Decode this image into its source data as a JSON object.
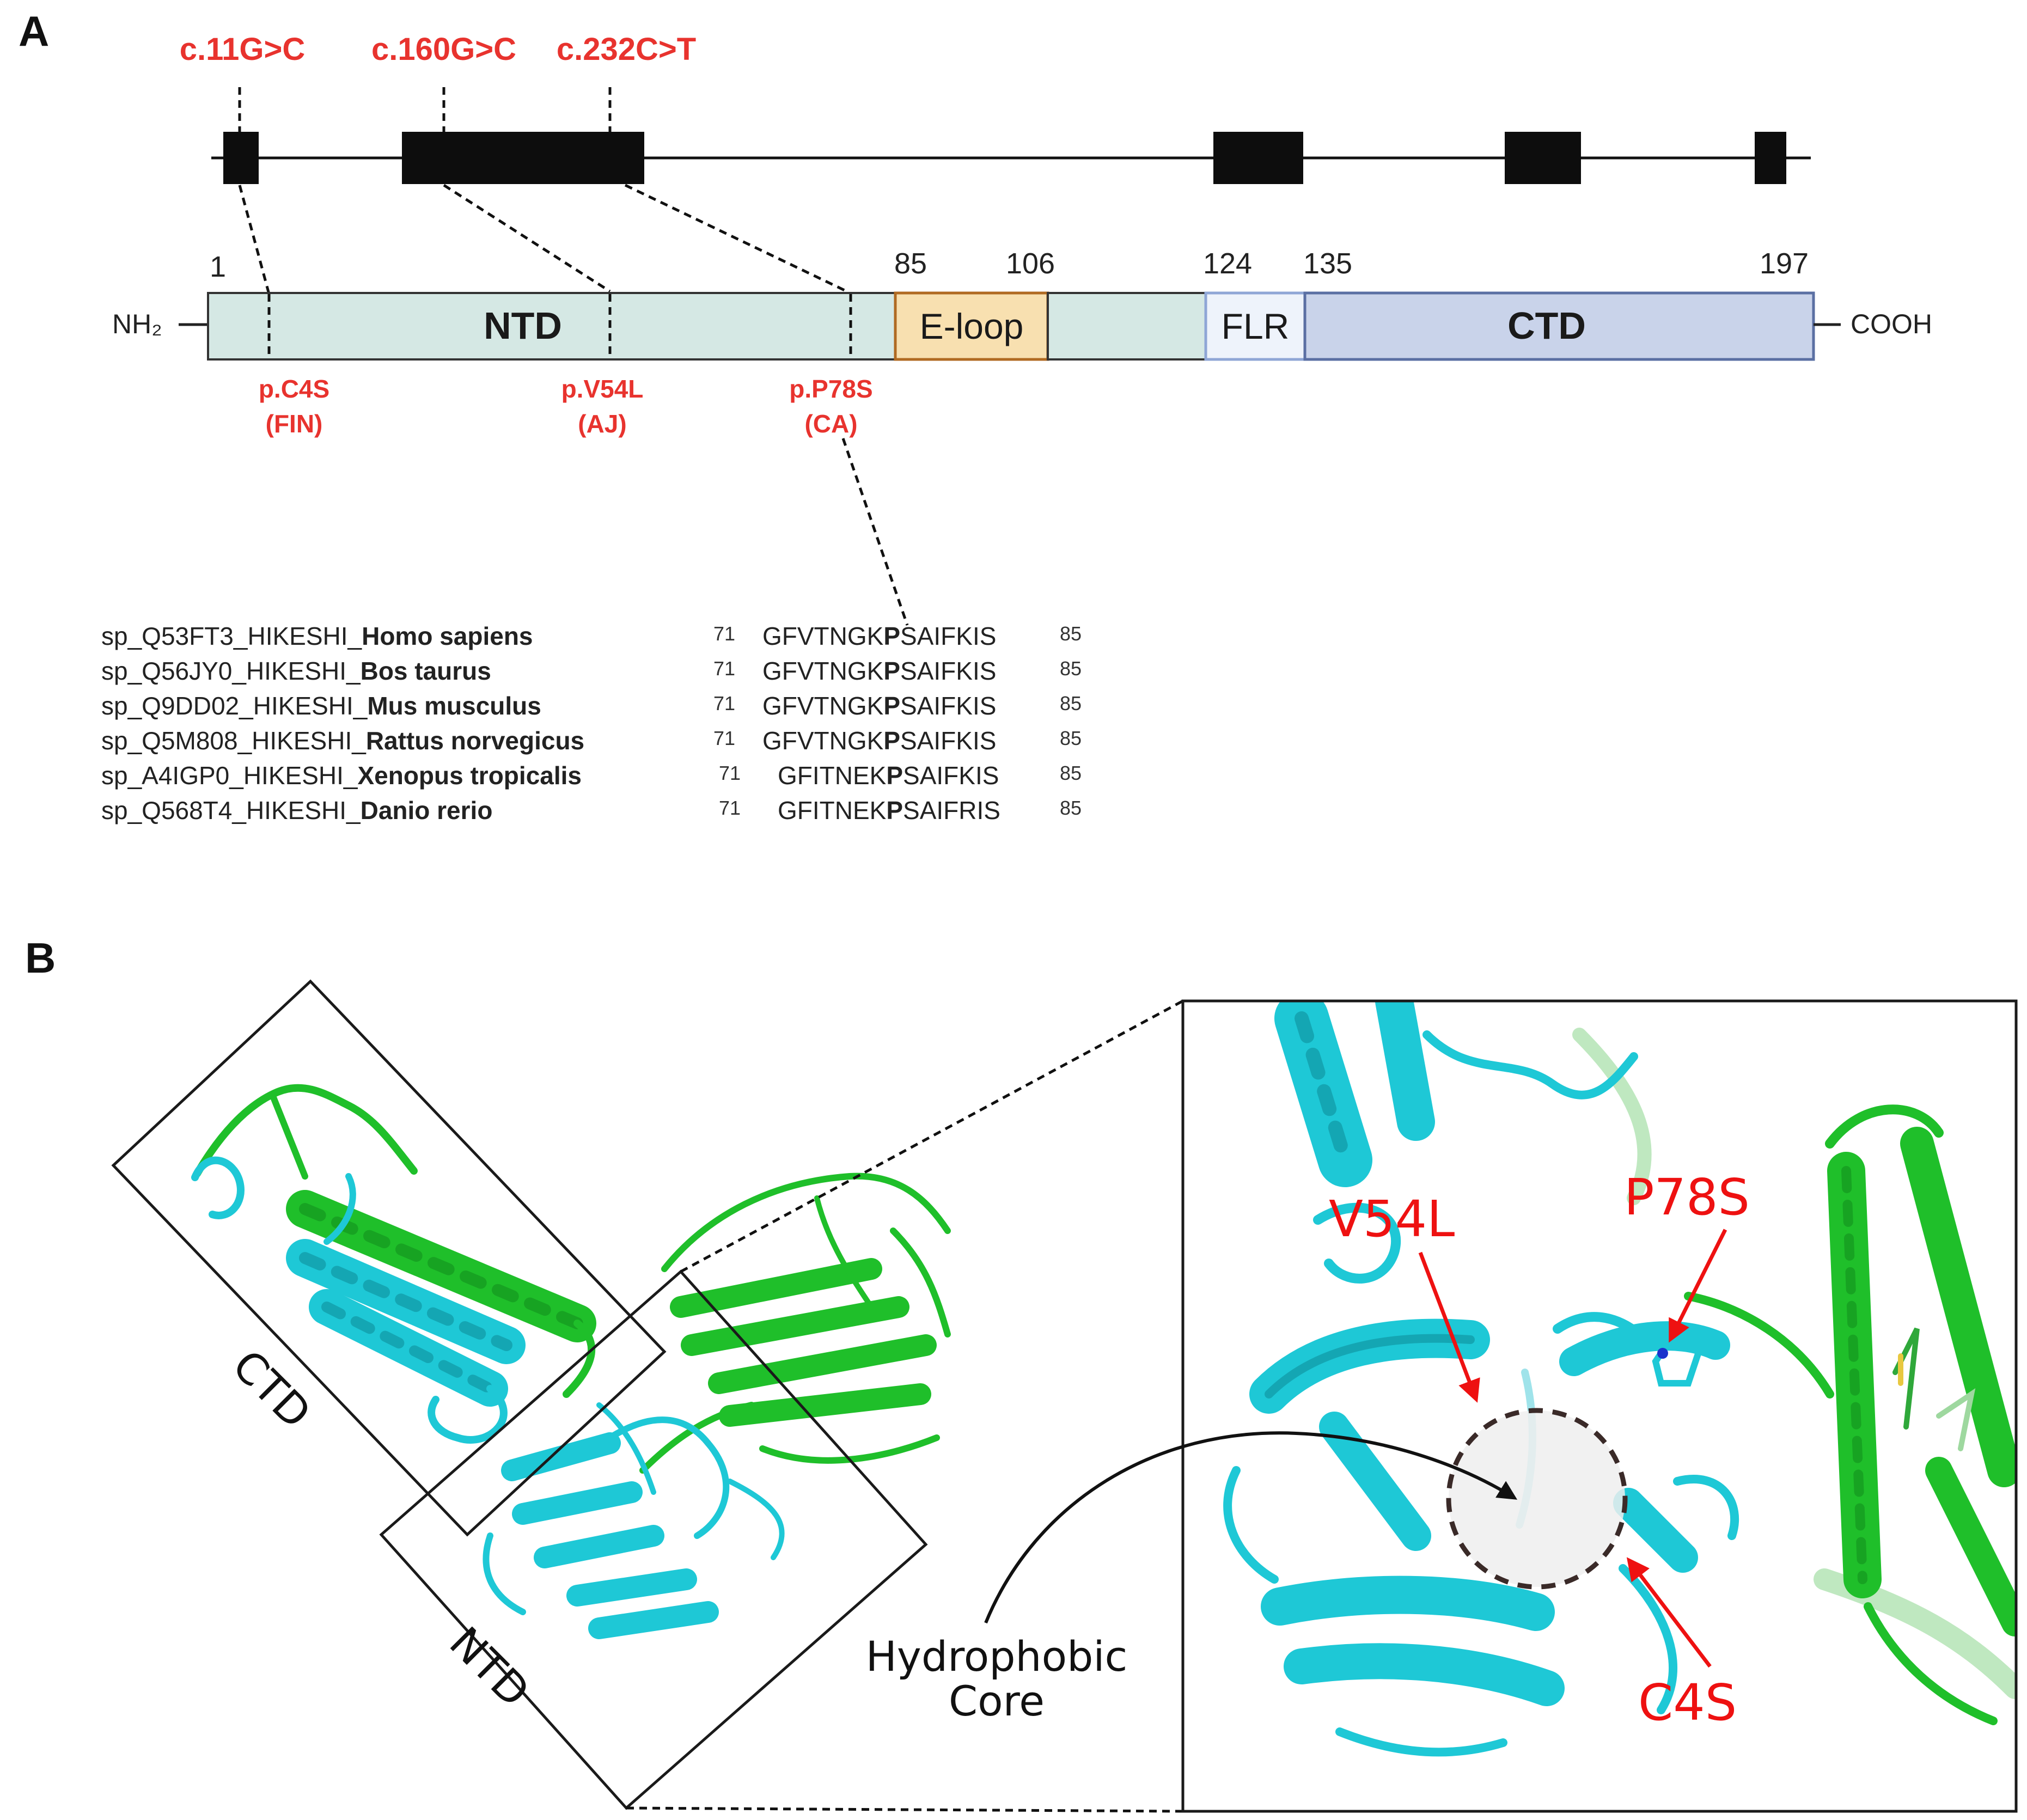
{
  "panels": {
    "a": "A",
    "b": "B"
  },
  "cdna_mutations": [
    "c.11G>C",
    "c.160G>C",
    "c.232C>T"
  ],
  "positions": [
    "1",
    "85",
    "106",
    "124",
    "135",
    "197"
  ],
  "termini": {
    "n": "NH₂",
    "c": "COOH"
  },
  "domains": {
    "ntd": "NTD",
    "eloop": "E-loop",
    "flr": "FLR",
    "ctd": "CTD"
  },
  "protein_mutations": [
    {
      "change": "p.C4S",
      "population": "(FIN)"
    },
    {
      "change": "p.V54L",
      "population": "(AJ)"
    },
    {
      "change": "p.P78S",
      "population": "(CA)"
    }
  ],
  "alignment": [
    {
      "id": "sp_Q53FT3_HIKESHI_",
      "species": "Homo sapiens",
      "start": "71",
      "pre": "GFVTNGK",
      "res": "P",
      "post": "SAIFKIS",
      "end": "85"
    },
    {
      "id": "sp_Q56JY0_HIKESHI_",
      "species": "Bos taurus",
      "start": "71",
      "pre": "GFVTNGK",
      "res": "P",
      "post": "SAIFKIS",
      "end": "85"
    },
    {
      "id": "sp_Q9DD02_HIKESHI_",
      "species": "Mus musculus",
      "start": "71",
      "pre": "GFVTNGK",
      "res": "P",
      "post": "SAIFKIS",
      "end": "85"
    },
    {
      "id": "sp_Q5M808_HIKESHI_",
      "species": "Rattus norvegicus",
      "start": "71",
      "pre": "GFVTNGK",
      "res": "P",
      "post": "SAIFKIS",
      "end": "85"
    },
    {
      "id": "sp_A4IGP0_HIKESHI_",
      "species": "Xenopus tropicalis",
      "start": "71",
      "pre": "GFITNEK",
      "res": "P",
      "post": "SAIFKIS",
      "end": "85"
    },
    {
      "id": "sp_Q568T4_HIKESHI_",
      "species": "Danio rerio",
      "start": "71",
      "pre": "GFITNEK",
      "res": "P",
      "post": "SAIFRIS",
      "end": "85"
    }
  ],
  "structure": {
    "box_ctd": "CTD",
    "box_ntd": "NTD",
    "zoom_mutations": [
      "V54L",
      "P78S",
      "C4S"
    ],
    "core_lines": [
      "Hydrophobic",
      "Core"
    ]
  },
  "colors": {
    "mutation": "#e8332e",
    "chain_a": "#1ec8d6",
    "chain_b": "#1fbf2a",
    "ntd_fill": "#d5e8e4",
    "eloop_fill": "#f8e0b0",
    "flr_fill": "#eef3fb",
    "ctd_fill": "#c9d3ea"
  }
}
